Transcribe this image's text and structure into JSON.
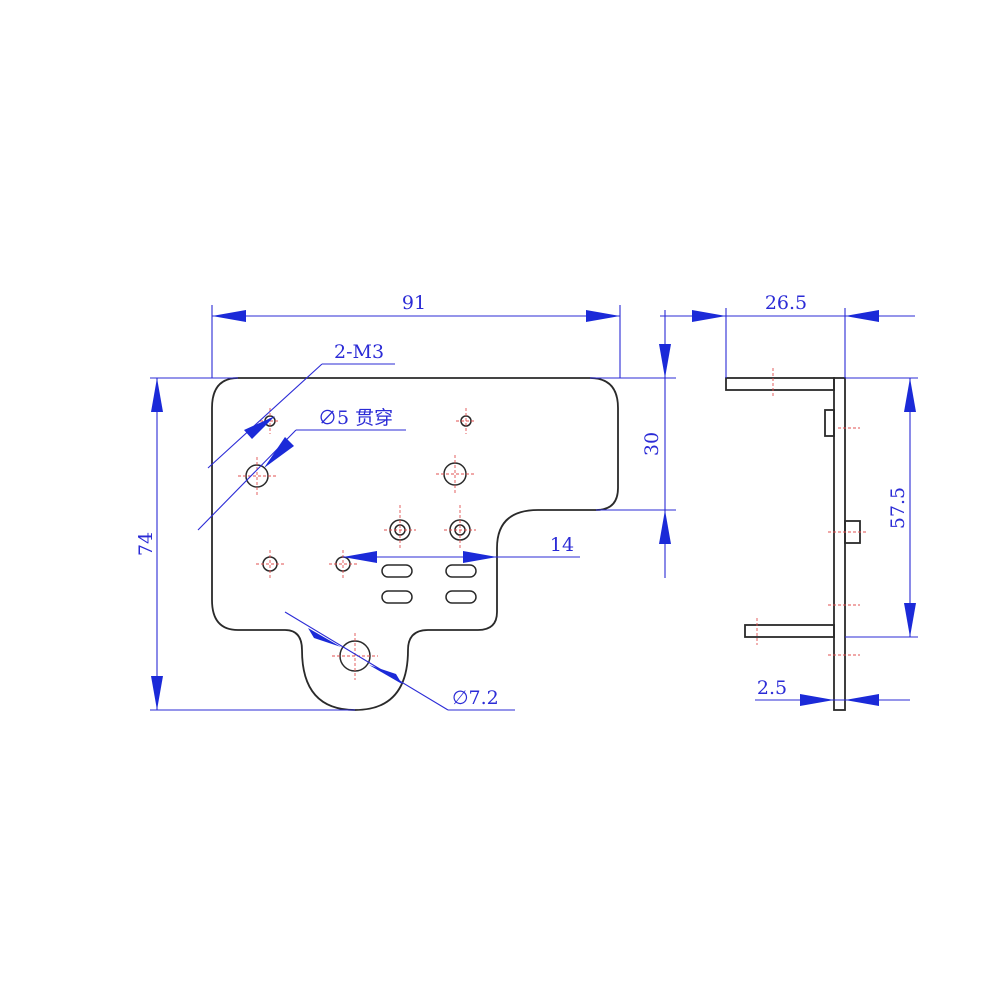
{
  "dimensions": {
    "width_overall": "91",
    "height_overall": "74",
    "upper_step": "30",
    "slot_offset": "14",
    "thread_note": "2-M3",
    "thru_hole_note": "∅5 贯穿",
    "large_hole_note": "∅7.2",
    "side_depth": "26.5",
    "side_span": "57.5",
    "thickness": "2.5"
  },
  "colors": {
    "outline": "#2a2a2a",
    "dimension": "#2b2bd6",
    "arrow": "#1b2ad8",
    "centerline": "#e05050"
  }
}
